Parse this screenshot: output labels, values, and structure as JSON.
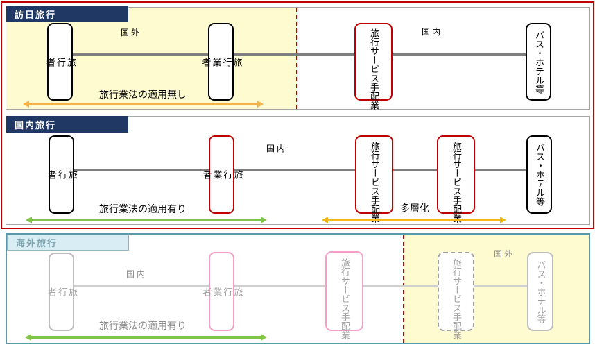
{
  "section1": {
    "header": "訪日旅行",
    "zone_left": "国外",
    "zone_right": "国内",
    "box1": "旅\n行\n者",
    "box2": "旅\n行\n業\n者",
    "box3": "旅行サービス手配業",
    "box4": "バス・ホテル等",
    "law": "旅行業法の適用無し"
  },
  "section2": {
    "header": "国内旅行",
    "zone": "国内",
    "box1": "旅\n行\n者",
    "box2": "旅\n行\n業\n者",
    "box3": "旅行サービス手配業",
    "box4": "旅行サービス手配業",
    "box5": "バス・ホテル等",
    "law": "旅行業法の適用有り",
    "multi": "多層化"
  },
  "section3": {
    "header": "海外旅行",
    "zone_left": "国内",
    "zone_right": "国外",
    "box1": "旅\n行\n者",
    "box2": "旅\n行\n業\n者",
    "box3": "旅行サービス手配業",
    "box4": "旅行サービス手配業",
    "box5": "バス・ホテル等",
    "law": "旅行業法の適用有り"
  },
  "colors": {
    "header_bg": "#1f3864",
    "red": "#c00000",
    "orange_arrow": "#f7b24a",
    "green_arrow": "#7fc447",
    "yellow_arrow": "#f2b81c",
    "yellow_zone": "#fffbd1",
    "teal": "#5a9aa8",
    "pink": "#f4a0c6"
  }
}
